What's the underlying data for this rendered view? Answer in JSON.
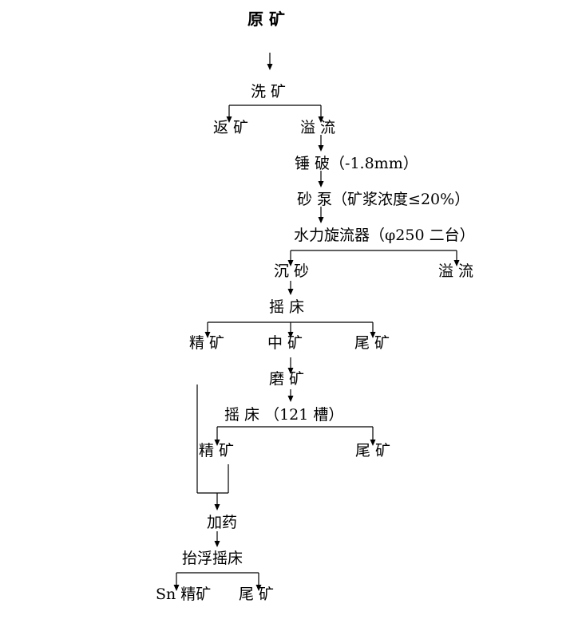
{
  "title": "原 矿",
  "nodes": {
    "wash": "洗 矿",
    "return_ore": "返 矿",
    "overflow_1": "溢 流",
    "hammer_crush": "锤 破（-1.8mm）",
    "sand_pump": "砂 泵（矿浆浓度≤20%）",
    "hydrocyclone": "水力旋流器（φ250  二台）",
    "sand": "沉 砂",
    "overflow_2": "溢 流",
    "shaking_table_1": "摇    床",
    "concentrate_1": "精 矿",
    "middling": "中 矿",
    "tailing_1": "尾 矿",
    "grinding": "磨 矿",
    "shaking_table_2": "摇 床 （121 槽）",
    "concentrate_2": "精 矿",
    "tailing_2": "尾 矿",
    "reagent": "加药",
    "flotation_table": "抬浮摇床",
    "sn_concentrate": "Sn 精矿",
    "tailing_3": "尾 矿"
  }
}
